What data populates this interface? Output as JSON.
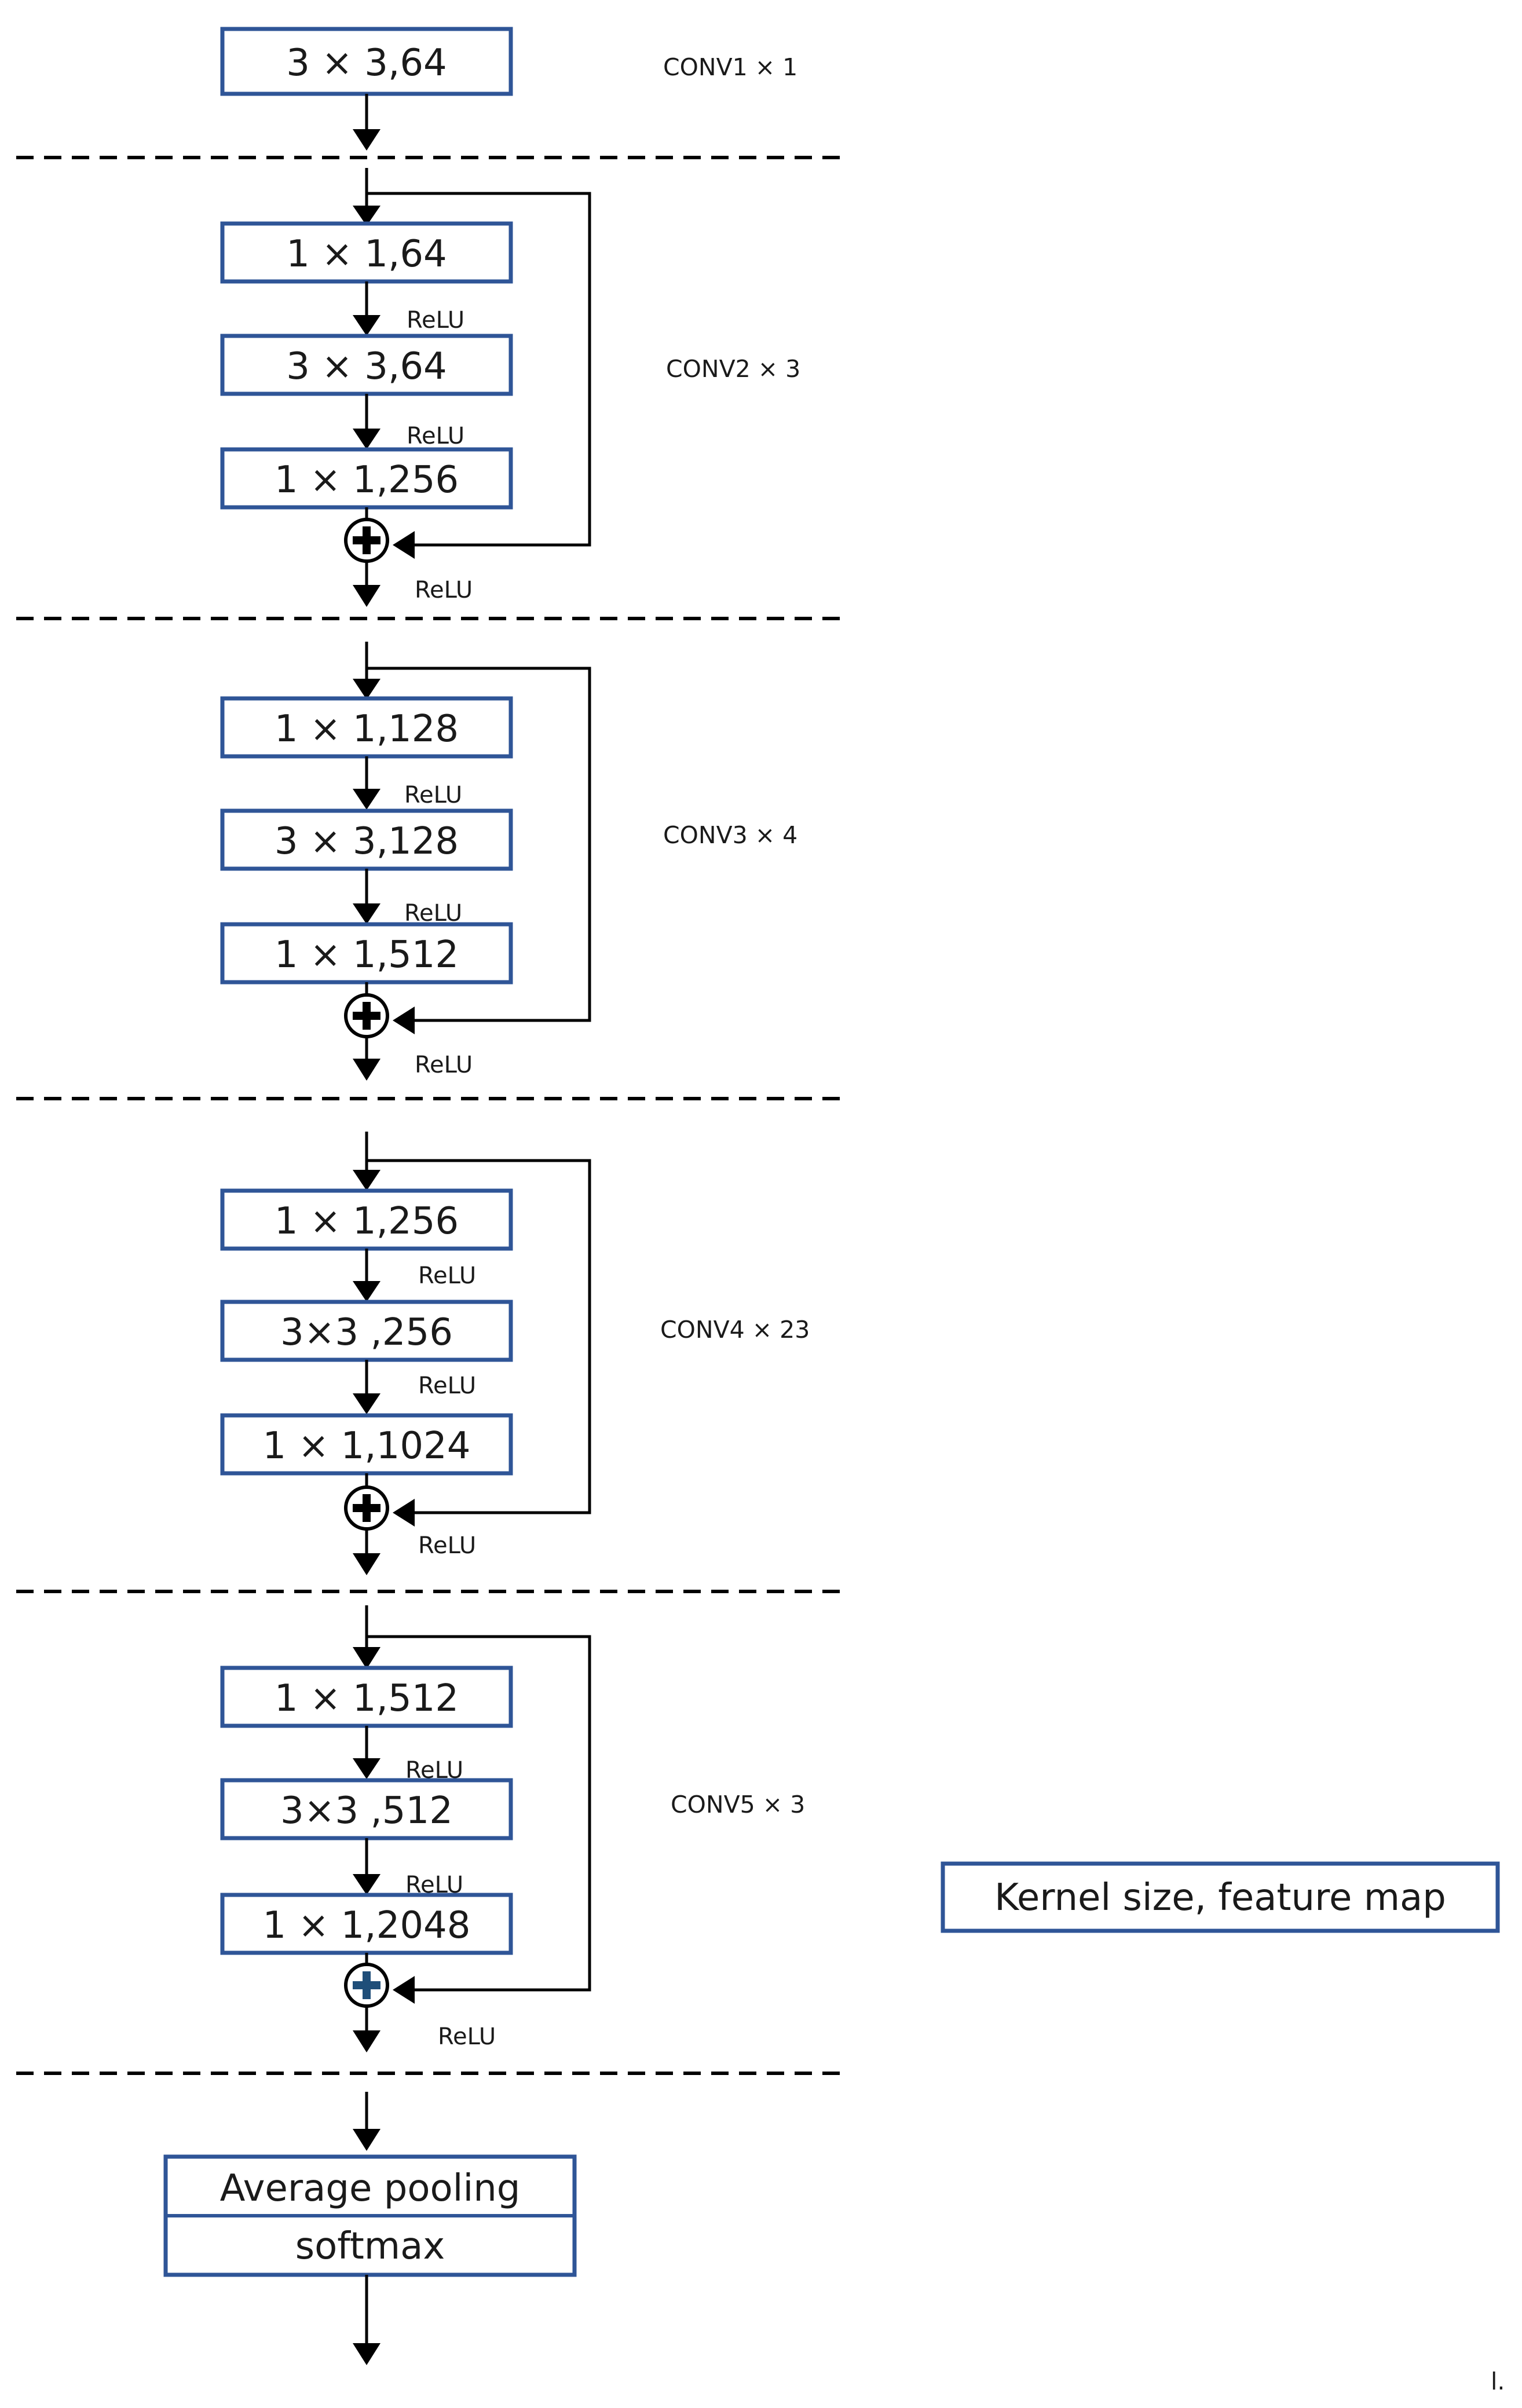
{
  "blocks": {
    "conv1": {
      "label": "CONV1 × 1",
      "layers": [
        "3 × 3,64"
      ]
    },
    "conv2": {
      "label": "CONV2 × 3",
      "layers": [
        "1 × 1,64",
        "3 × 3,64",
        "1 × 1,256"
      ]
    },
    "conv3": {
      "label": "CONV3 × 4",
      "layers": [
        "1 × 1,128",
        "3 × 3,128",
        "1 × 1,512"
      ]
    },
    "conv4": {
      "label": "CONV4 × 23",
      "layers": [
        "1 × 1,256",
        "3×3 ,256",
        "1 × 1,1024"
      ]
    },
    "conv5": {
      "label": "CONV5 × 3",
      "layers": [
        "1 × 1,512",
        "3×3 ,512",
        "1 × 1,2048"
      ]
    }
  },
  "activation": "ReLU",
  "head": {
    "pooling": "Average pooling",
    "softmax": "softmax"
  },
  "legend": "Kernel size, feature map",
  "corner_mark": "l."
}
